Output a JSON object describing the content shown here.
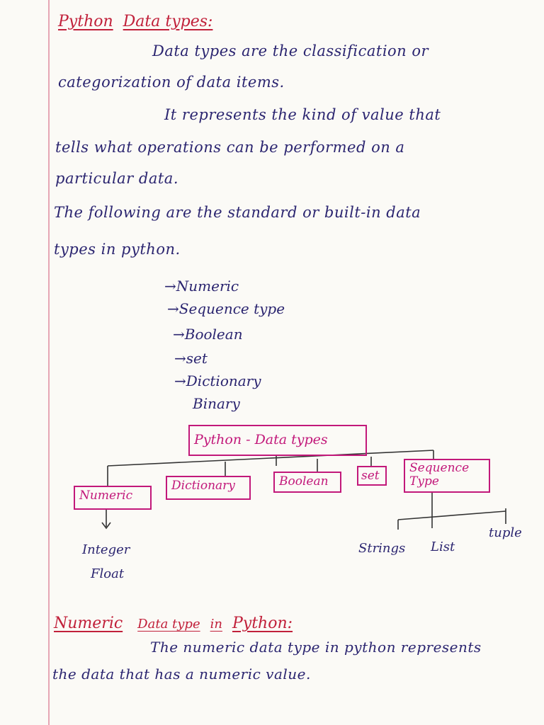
{
  "heading": {
    "part1": "Python",
    "part2": "Data types:"
  },
  "intro_lines": [
    "Data types are the classification or",
    "categorization of data items."
  ],
  "para2_lines": [
    "It represents the kind of value that",
    "tells what operations can be performed on a",
    "particular data."
  ],
  "para3_lines": [
    "The following are the standard or built-in data",
    "types in python."
  ],
  "types_list": [
    "→Numeric",
    "→Sequence type",
    "→Boolean",
    "→set",
    "→Dictionary",
    "Binary"
  ],
  "diagram": {
    "root": "Python - Data types",
    "children": [
      "Numeric",
      "Dictionary",
      "Boolean",
      "set",
      "Sequence Type"
    ],
    "numeric_arrow": "↓",
    "numeric_leaves": [
      "Integer",
      "Float"
    ],
    "sequence_leaves": [
      "Strings",
      "List",
      "tuple"
    ]
  },
  "numeric_section": {
    "heading_a": "Numeric",
    "heading_b": "Data type",
    "heading_c": "in",
    "heading_d": "Python:",
    "lines": [
      "The numeric data type in python represents",
      "the data that has a numeric value."
    ]
  }
}
